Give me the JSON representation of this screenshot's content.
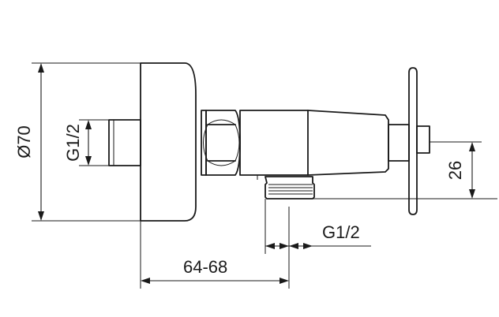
{
  "dimensions": {
    "outer_diameter": "Ø70",
    "inlet_thread": "G1/2",
    "outlet_thread": "G1/2",
    "mounting_depth": "64-68",
    "handle_offset": "26"
  }
}
